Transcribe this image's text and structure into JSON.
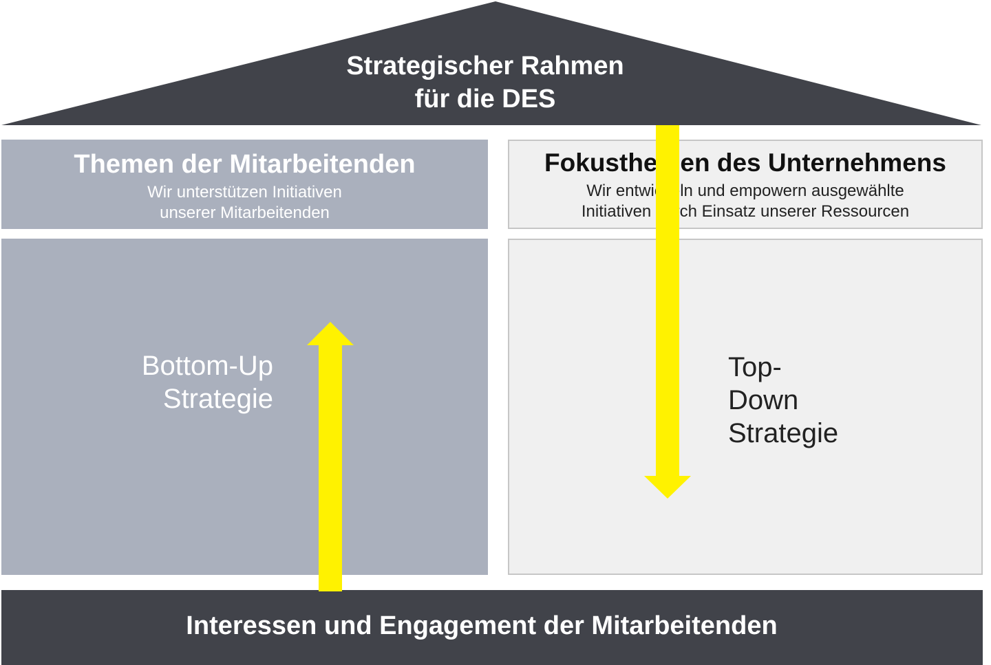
{
  "roof": {
    "title_line1": "Strategischer Rahmen",
    "title_line2": "für die DES",
    "color": "#41434a"
  },
  "left": {
    "title": "Themen der Mitarbeitenden",
    "subtitle_line1": "Wir unterstützen Initiativen",
    "subtitle_line2": "unserer Mitarbeitenden",
    "strategy_line1": "Bottom-Up",
    "strategy_line2": "Strategie",
    "color": "#aab0bd"
  },
  "right": {
    "title": "Fokusthemen des Unternehmens",
    "subtitle_line1": "Wir entwickeln und empowern ausgewählte",
    "subtitle_line2": "Initiativen durch Einsatz unserer Ressourcen",
    "strategy_line1": "Top-",
    "strategy_line2": "Down",
    "strategy_line3": "Strategie",
    "color": "#f0f0f0"
  },
  "foundation": {
    "text": "Interessen und Engagement der Mitarbeitenden",
    "color": "#41434a"
  },
  "arrows": {
    "up_color": "#fff200",
    "down_color": "#fff200"
  }
}
